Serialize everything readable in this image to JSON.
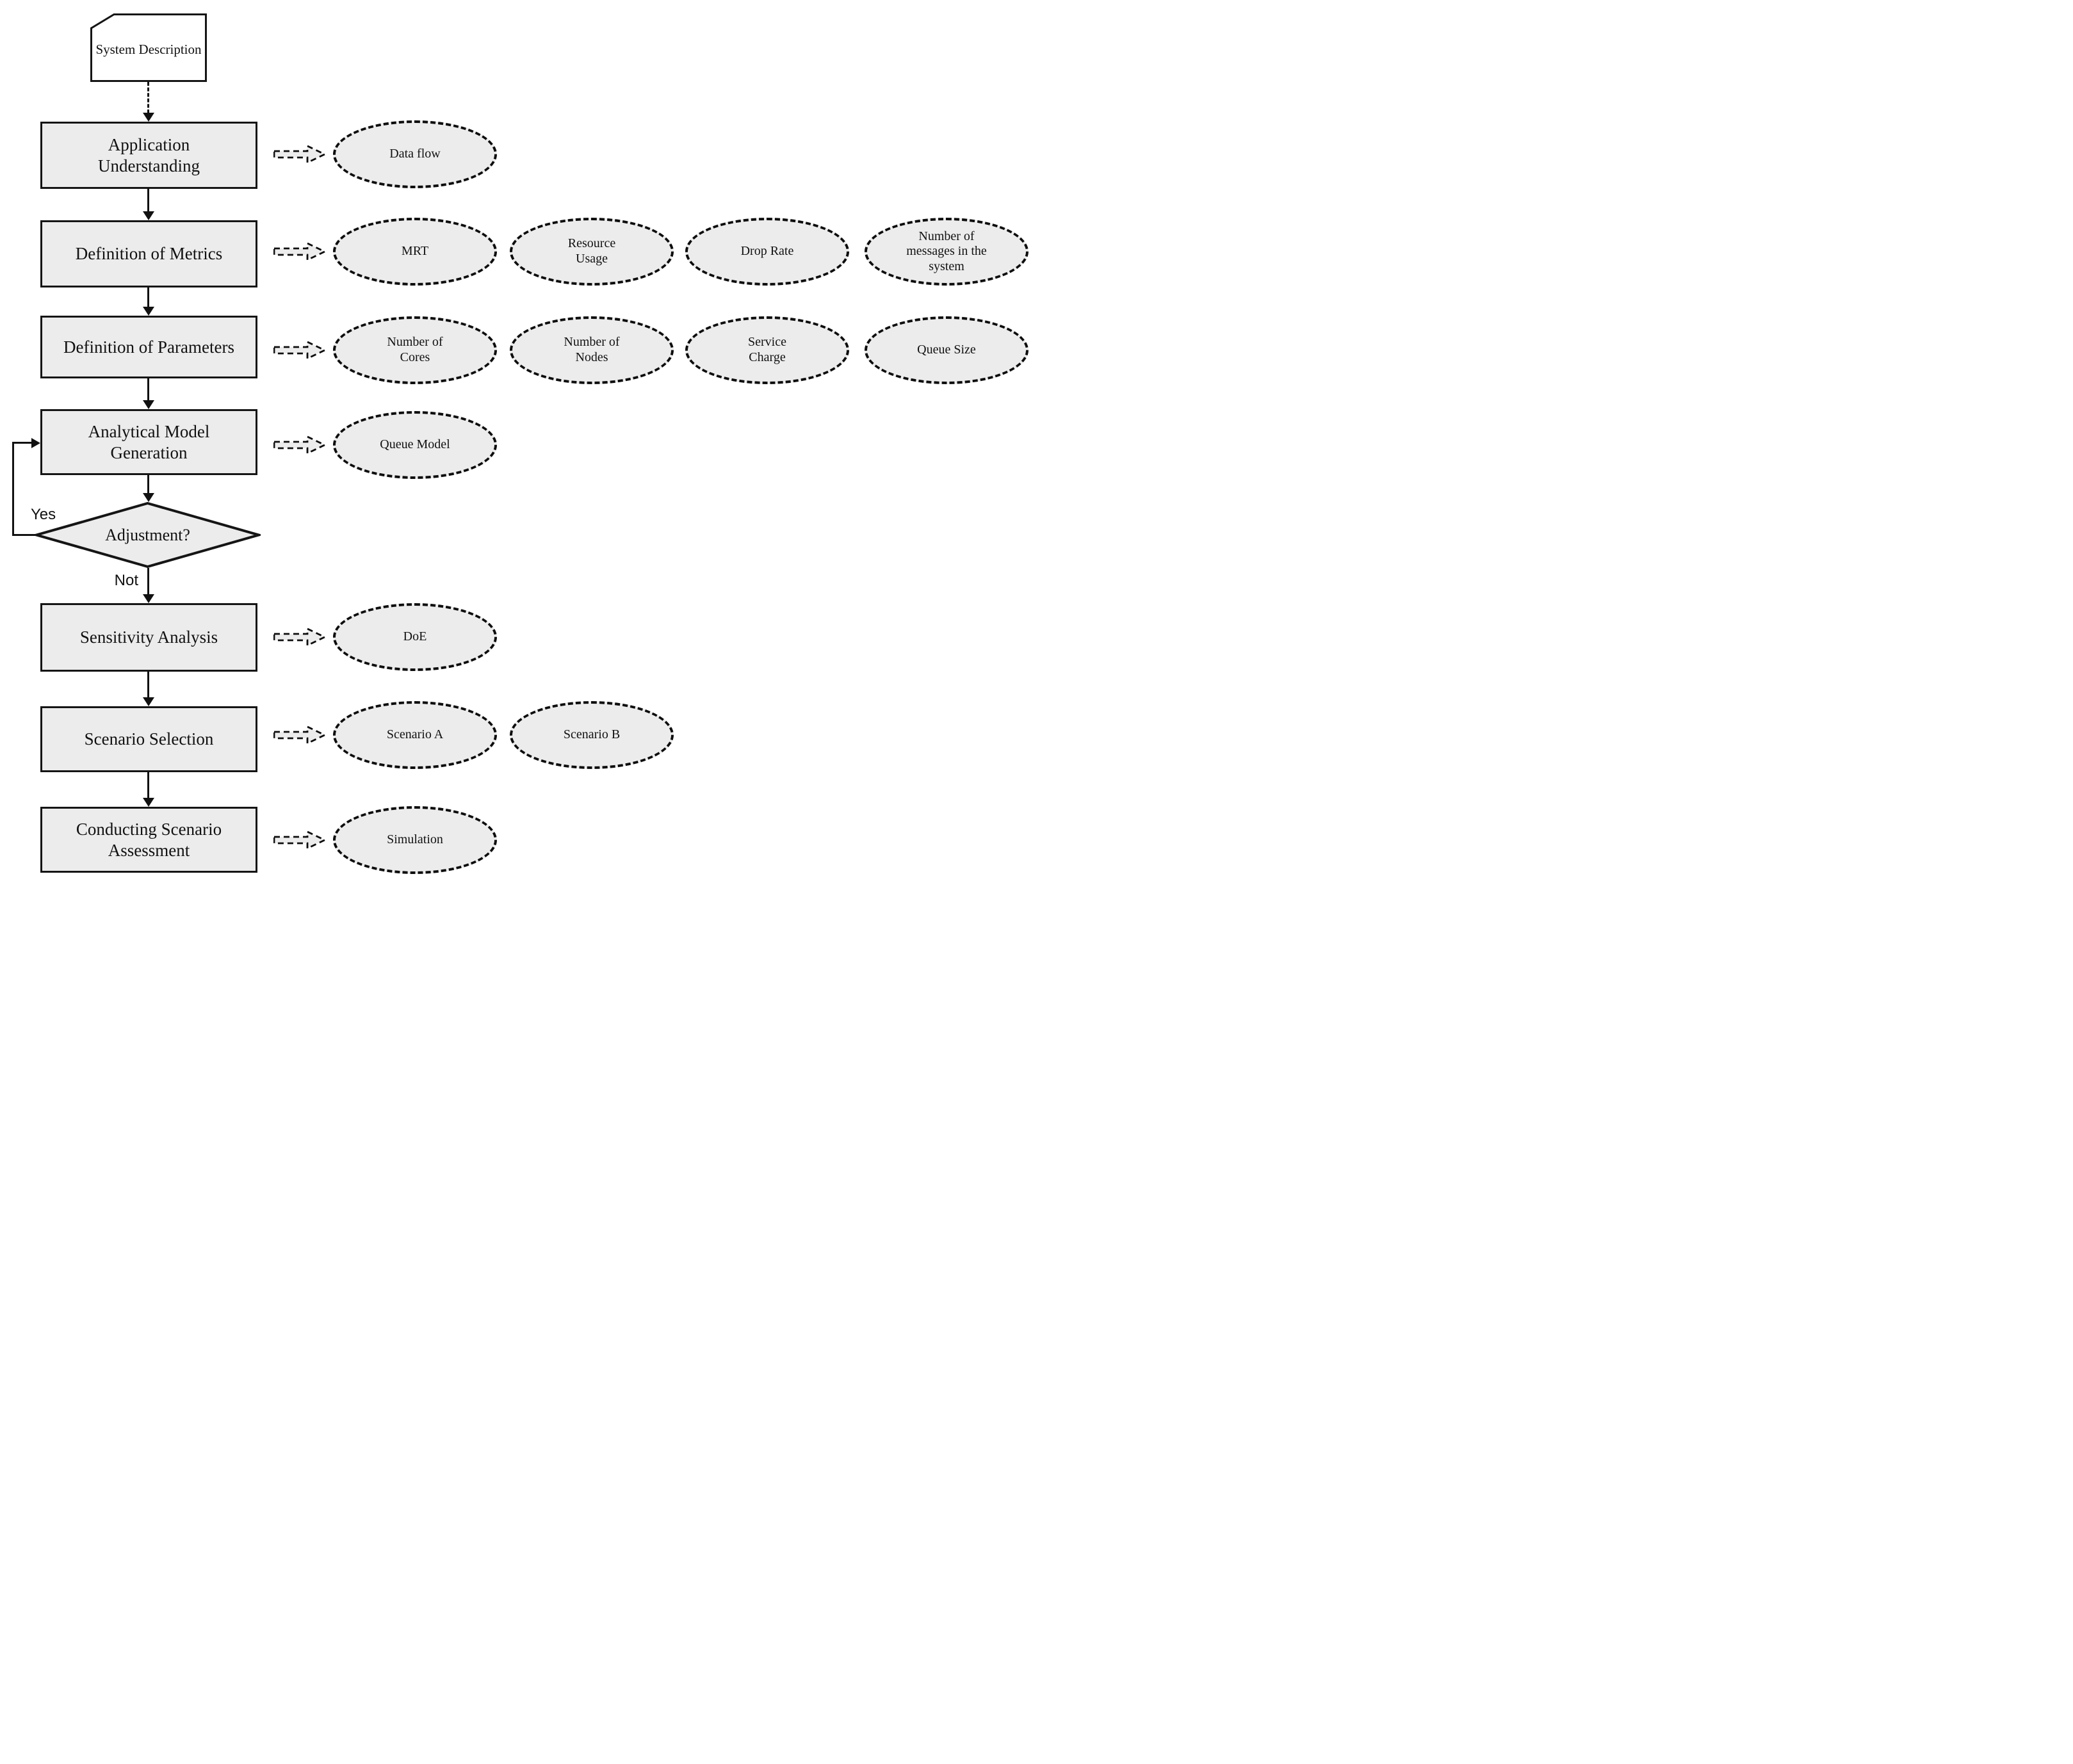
{
  "palette": {
    "background": "#ffffff",
    "node_fill": "#ececec",
    "node_stroke": "#111111",
    "document_fill": "#ffffff"
  },
  "flowchart": {
    "start": {
      "label": "System Description"
    },
    "steps": [
      {
        "label": "Application Understanding",
        "outputs": [
          "Data flow"
        ]
      },
      {
        "label": "Definition of Metrics",
        "outputs": [
          "MRT",
          "Resource Usage",
          "Drop Rate",
          "Number of messages in the system"
        ]
      },
      {
        "label": "Definition of Parameters",
        "outputs": [
          "Number of Cores",
          "Number of Nodes",
          "Service Charge",
          "Queue Size"
        ]
      },
      {
        "label": "Analytical Model Generation",
        "outputs": [
          "Queue Model"
        ]
      },
      {
        "label": "Sensitivity Analysis",
        "outputs": [
          "DoE"
        ]
      },
      {
        "label": "Scenario Selection",
        "outputs": [
          "Scenario A",
          "Scenario B"
        ]
      },
      {
        "label": "Conducting Scenario Assessment",
        "outputs": [
          "Simulation"
        ]
      }
    ],
    "decision": {
      "label": "Adjustment?",
      "yes_label": "Yes",
      "no_label": "Not"
    }
  }
}
